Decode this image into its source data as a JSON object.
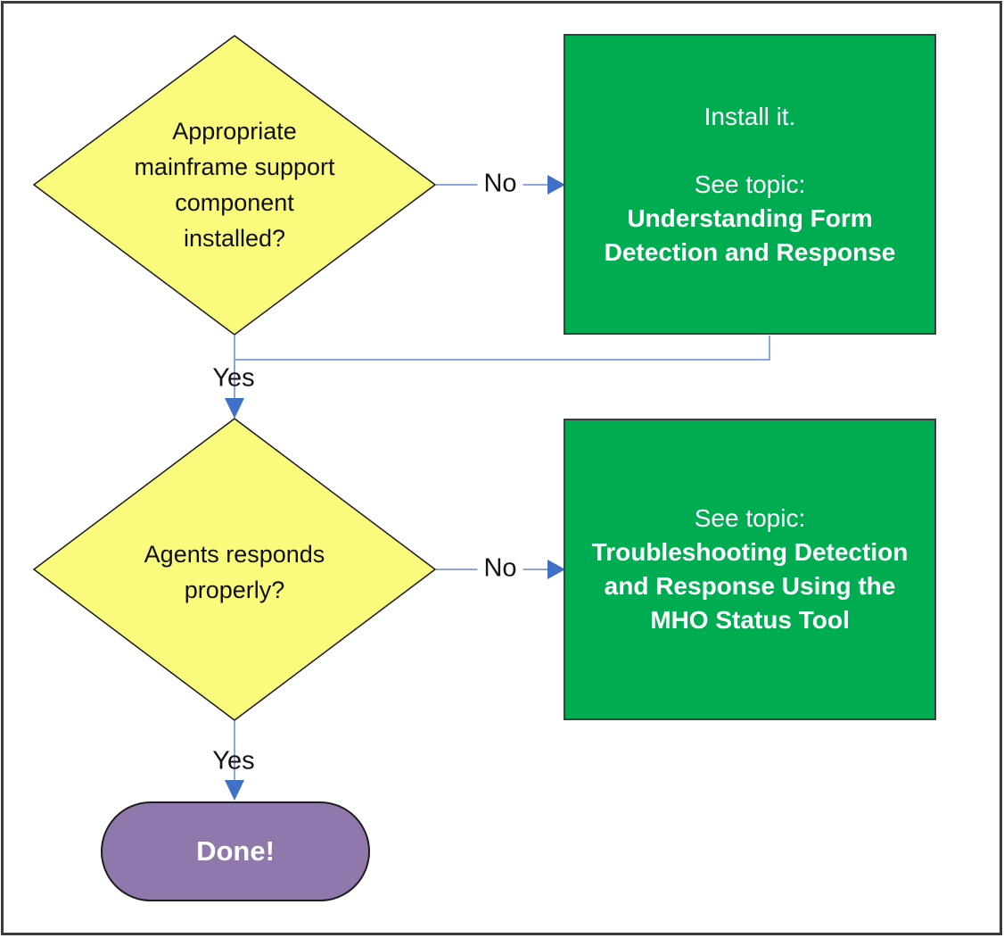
{
  "palette": {
    "decision_fill": "#fafa7d",
    "decision_border": "#1a1a1a",
    "topic_fill": "#00ac51",
    "topic_border": "#3d3d3d",
    "terminal_fill": "#9077ac",
    "terminal_border": "#1e1e1e",
    "connector": "#8ba7d9",
    "arrowhead": "#4070c8",
    "frame_border": "#3b3b3b",
    "label_text": "#141414",
    "box_text": "#ffffff"
  },
  "nodes": {
    "decision1": {
      "lines": [
        "Appropriate",
        "mainframe support",
        "component",
        "installed?"
      ]
    },
    "install_box": {
      "line1": "Install it.",
      "see_topic": "See topic:",
      "topic_lines": [
        "Understanding Form",
        "Detection and Response"
      ]
    },
    "decision2": {
      "lines": [
        "Agents responds",
        "properly?"
      ]
    },
    "troubleshoot_box": {
      "see_topic": "See topic:",
      "topic_lines": [
        "Troubleshooting Detection",
        "and Response Using the",
        "MHO Status Tool"
      ]
    },
    "terminal": {
      "label": "Done!"
    }
  },
  "edges": {
    "decision1_no": "No",
    "decision1_yes": "Yes",
    "decision2_no": "No",
    "decision2_yes": "Yes"
  }
}
